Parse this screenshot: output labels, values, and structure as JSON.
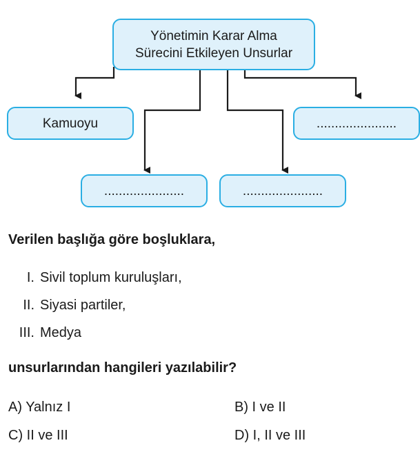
{
  "diagram": {
    "title_line1": "Yönetimin Karar Alma",
    "title_line2": "Sürecini Etkileyen Unsurlar",
    "box_known": "Kamuoyu",
    "blank": "......................"
  },
  "question": {
    "prompt": "Verilen başlığa göre boşluklara,",
    "items": [
      {
        "num": "I.",
        "text": "Sivil toplum kuruluşları,"
      },
      {
        "num": "II.",
        "text": "Siyasi partiler,"
      },
      {
        "num": "III.",
        "text": "Medya"
      }
    ],
    "ask": "unsurlarından hangileri yazılabilir?"
  },
  "options": {
    "a": "A) Yalnız I",
    "b": "B) I ve II",
    "c": "C) II ve III",
    "d": "D) I, II ve III"
  },
  "colors": {
    "box_fill": "#dff1fb",
    "box_border": "#2aaee3",
    "line": "#1a1a1a"
  }
}
